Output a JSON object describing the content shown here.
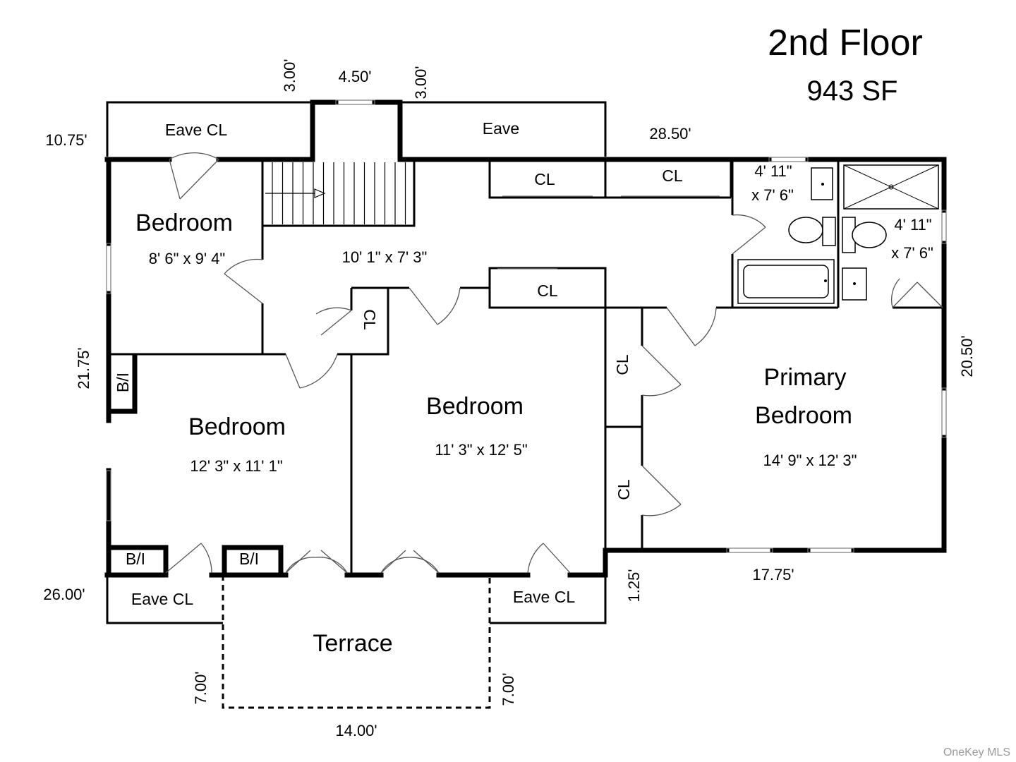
{
  "header": {
    "title": "2nd Floor",
    "area": "943 SF"
  },
  "rooms": {
    "bedroom_nw": {
      "label": "Bedroom",
      "dims": "8' 6\" x 9' 4\""
    },
    "hall": {
      "dims": "10' 1\" x 7' 3\""
    },
    "bedroom_sw": {
      "label": "Bedroom",
      "dims": "12' 3\" x 11' 1\""
    },
    "bedroom_center": {
      "label": "Bedroom",
      "dims": "11' 3\" x 12' 5\""
    },
    "primary": {
      "line1": "Primary",
      "line2": "Bedroom",
      "dims": "14' 9\" x 12' 3\""
    },
    "bath1": {
      "line1": "4' 11\"",
      "line2": "x 7' 6\""
    },
    "bath2": {
      "line1": "4' 11\"",
      "line2": "x 7' 6\""
    },
    "terrace": "Terrace"
  },
  "closets": {
    "eave_cl": "Eave CL",
    "eave": "Eave",
    "cl": "CL",
    "bi": "B/I"
  },
  "measurements": {
    "top_left": "10.75'",
    "stair_left": "3.00'",
    "stair_width": "4.50'",
    "stair_right": "3.00'",
    "top_right": "28.50'",
    "left_side": "21.75'",
    "right_side": "20.50'",
    "bottom_left": "26.00'",
    "step": "1.25'",
    "bottom_right": "17.75'",
    "terrace_left": "7.00'",
    "terrace_right": "7.00'",
    "terrace_width": "14.00'"
  },
  "watermark": "OneKey MLS"
}
